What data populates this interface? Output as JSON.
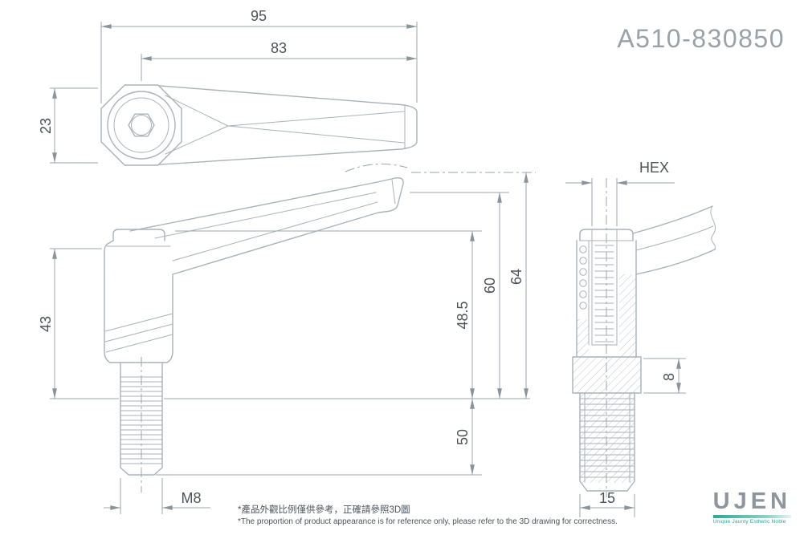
{
  "part_number": "A510-830850",
  "dimensions": {
    "top_view": {
      "overall_length": "95",
      "handle_length": "83",
      "head_width": "23"
    },
    "side_view": {
      "body_height": "43",
      "stud_top_height": "48.5",
      "handle_mid_height": "60",
      "handle_tip_height": "64",
      "thread_length": "50",
      "thread_spec": "M8"
    },
    "section_view": {
      "socket_label": "HEX",
      "collar_height": "8",
      "base_width": "15"
    }
  },
  "notes": {
    "chinese": "*產品外觀比例僅供參考，正確請參照3D圖",
    "english": "*The proportion of product appearance is for reference only, please refer to the 3D drawing for correctness."
  },
  "logo": {
    "name": "UJEN",
    "tagline": "Unique Jaunty Esthetic Noble"
  },
  "colors": {
    "line": "#a9b2ba",
    "dim": "#9aa5ad",
    "text": "#4c545a",
    "part-number": "#99a1a9",
    "accent-teal": "#2aa79a",
    "logo-gray": "#8d969e"
  }
}
